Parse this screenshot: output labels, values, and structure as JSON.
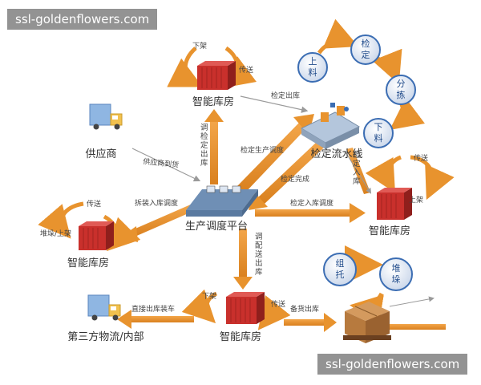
{
  "watermark": {
    "text": "ssl-goldenflowers.com"
  },
  "nodes": {
    "platform": "生产调度平台",
    "supplier": "供应商",
    "warehouse_top": "智能库房",
    "warehouse_left": "智能库房",
    "warehouse_right": "智能库房",
    "warehouse_bottom": "智能库房",
    "third_party": "第三方物流/内部",
    "inspection_line": "检定流水线"
  },
  "cycle_nodes": [
    "上料",
    "检定",
    "分拣",
    "下料"
  ],
  "stack_nodes": [
    "组托",
    "堆垛"
  ],
  "labels": {
    "top_offshelf": "下架",
    "top_transfer": "传送",
    "left_transfer": "传送",
    "left_stack": "堆垛/上架",
    "right_transfer": "传送",
    "right_shelf": "上架",
    "bottom_offshelf": "下架",
    "bottom_transfer": "传送",
    "supplier_arrival": "供应商到货",
    "unpack_schedule": "拆装入库调度",
    "out_schedule": "检定生产调度",
    "done": "检定完成",
    "in_schedule": "检定入库调度",
    "insp_out": "检定出库",
    "insp_in": "检定入库",
    "dispatch_schedule": "调配送出库",
    "insp_out_v": "调检定出库",
    "direct_load": "直接出库装车",
    "stock_out": "备货出库"
  },
  "colors": {
    "arrow_orange": "#e8932e",
    "container_red": "#c9302c",
    "circle_blue": "#3b6db3",
    "truck_blue": "#6ea0d8"
  }
}
